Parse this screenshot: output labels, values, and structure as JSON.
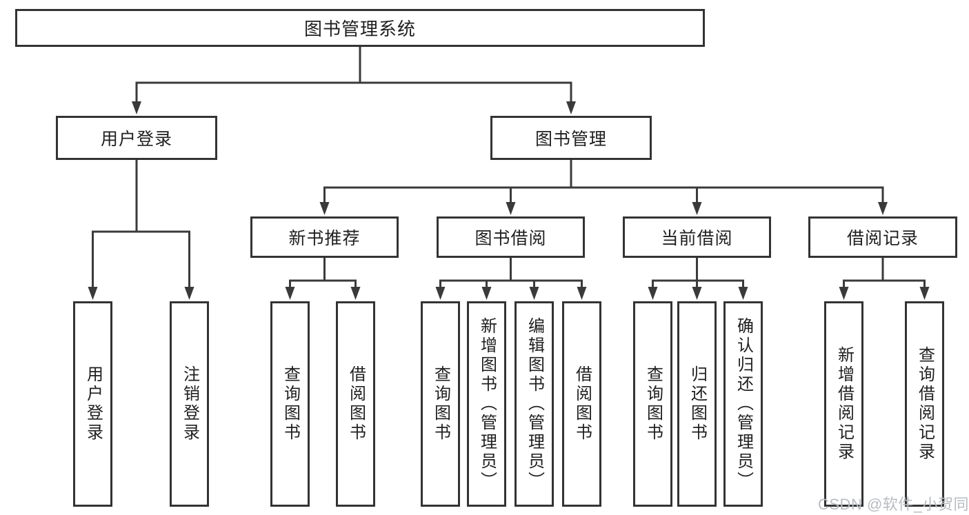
{
  "colors": {
    "background": "#ffffff",
    "box_border": "#333333",
    "connector": "#3a3a3a",
    "text": "#1f1f1f",
    "watermark": "#b7bcc2"
  },
  "tree": {
    "label": "图书管理系统",
    "children": [
      {
        "label": "用户登录",
        "children": [
          {
            "label": "用户登录"
          },
          {
            "label": "注销登录"
          }
        ]
      },
      {
        "label": "图书管理",
        "children": [
          {
            "label": "新书推荐",
            "children": [
              {
                "label": "查询图书"
              },
              {
                "label": "借阅图书"
              }
            ]
          },
          {
            "label": "图书借阅",
            "children": [
              {
                "label": "查询图书"
              },
              {
                "label": "新增图书（管理员）"
              },
              {
                "label": "编辑图书（管理员）"
              },
              {
                "label": "借阅图书"
              }
            ]
          },
          {
            "label": "当前借阅",
            "children": [
              {
                "label": "查询图书"
              },
              {
                "label": "归还图书"
              },
              {
                "label": "确认归还（管理员）"
              }
            ]
          },
          {
            "label": "借阅记录",
            "children": [
              {
                "label": "新增借阅记录"
              },
              {
                "label": "查询借阅记录"
              }
            ]
          }
        ]
      }
    ]
  },
  "watermark": {
    "text": "CSDN @软件_小贺同学"
  }
}
